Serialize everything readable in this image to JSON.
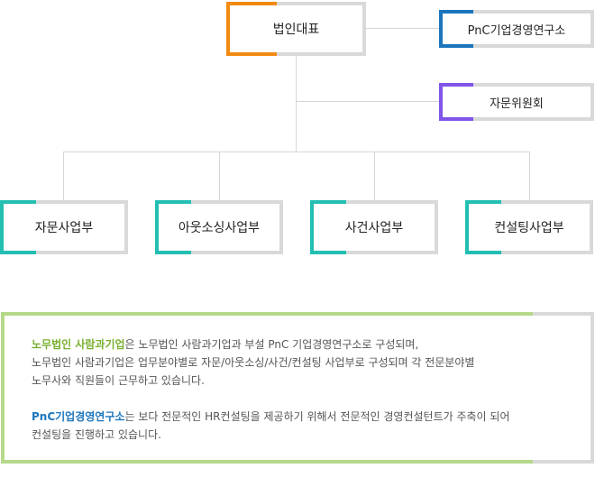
{
  "org": {
    "ceo": "법인대표",
    "affiliate": "PnC기업경영연구소",
    "committee": "자문위원회",
    "departments": [
      "자문사업부",
      "아웃소싱사업부",
      "사건사업부",
      "컨설팅사업부"
    ]
  },
  "info": {
    "p1_highlight": "노무법인 사람과기업",
    "p1_line1_rest": "은 노무법인 사람과기업과 부설 PnC 기업경영연구소로 구성되며,",
    "p1_line2": "노무법인 사람과기업은 업무분야별로 자문/아웃소싱/사건/컨설팅 사업부로 구성되며 각 전문분야별",
    "p1_line3": "노무사와 직원들이 근무하고 있습니다.",
    "p2_highlight": "PnC기업경영연구소",
    "p2_line1_rest": "는 보다 전문적인 HR컨설팅을 제공하기 위해서 전문적인 경영컨설턴트가 주축이 되어",
    "p2_line2": "컨설팅을 진행하고 있습니다."
  },
  "colors": {
    "ceo": "#f28a12",
    "affiliate": "#1b75bc",
    "committee": "#8055e8",
    "departments": "#22bfb2",
    "info_accent": "#b5d98a"
  }
}
